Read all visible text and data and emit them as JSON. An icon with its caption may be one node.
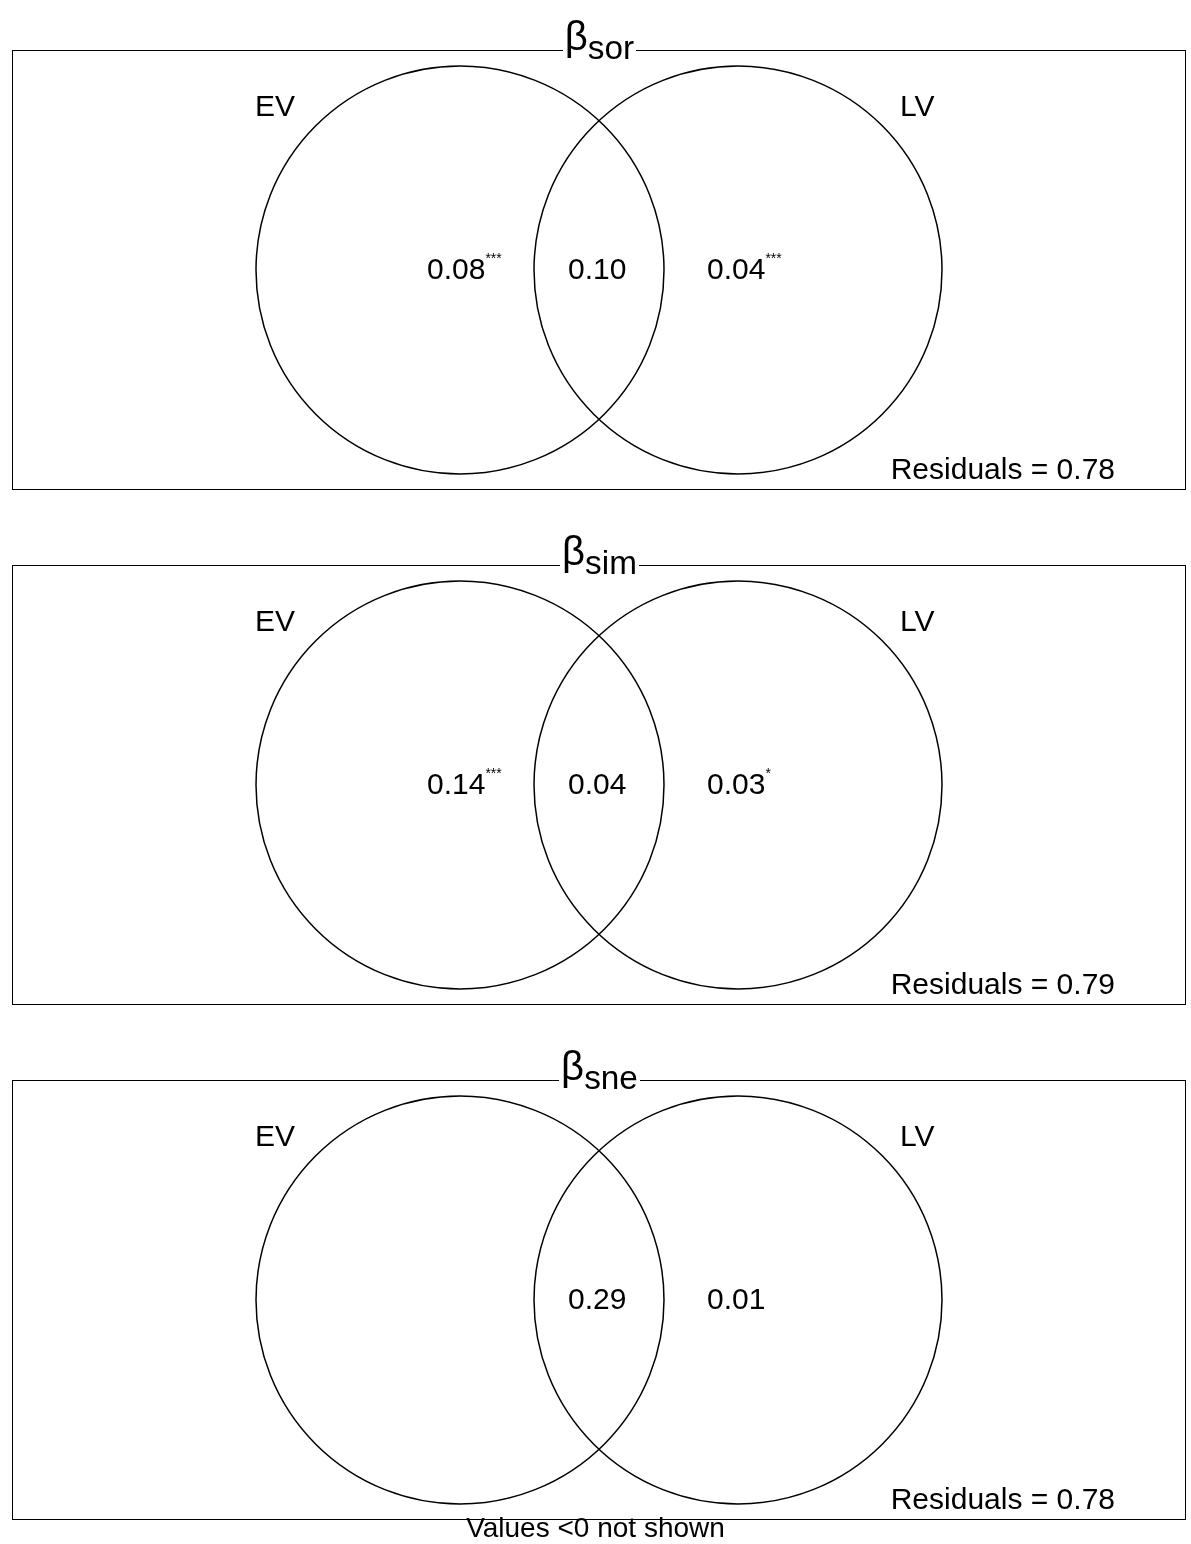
{
  "diagram": {
    "caption": "Values <0 not shown",
    "nodes": [
      {
        "text": [
          "β$_{sor}$",
          "Residuals = 0.78"
        ]
      },
      {
        "text": [
          "EV"
        ],
        "in": 0
      },
      {
        "text": [
          "LV"
        ],
        "in": 0
      },
      {
        "text": [
          "β$_{sim}$",
          "Residuals = 0.79"
        ]
      },
      {
        "text": [
          "EV"
        ],
        "in": 3
      },
      {
        "text": [
          "LV"
        ],
        "in": 3
      },
      {
        "text": [
          "β$_{sne}$",
          "Residuals = 0.78"
        ]
      },
      {
        "text": [
          "EV"
        ],
        "in": 6
      },
      {
        "text": [
          "LV"
        ],
        "in": 6
      }
    ],
    "edges": [],
    "labels": [
      "0.08$^{***}$",
      "0.10",
      "0.04$^{***}$",
      "0.14$^{***}$",
      "0.04",
      "0.03$^{*}$",
      "0.29",
      "0.01"
    ]
  }
}
